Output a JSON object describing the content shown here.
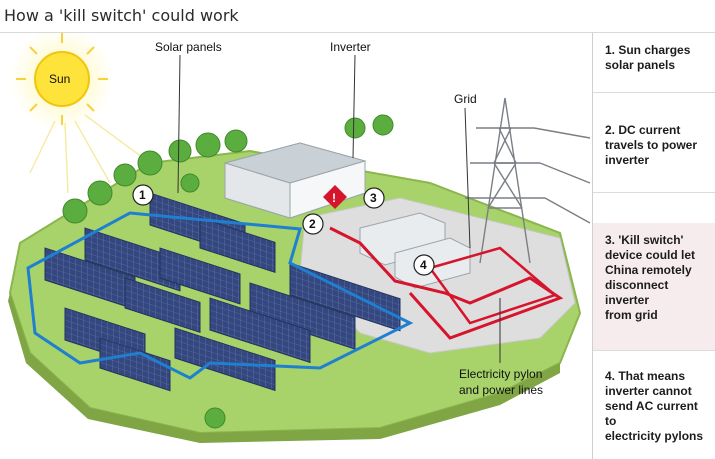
{
  "title": "How a 'kill switch' could work",
  "labels": {
    "sun": "Sun",
    "solar_panels": "Solar panels",
    "inverter": "Inverter",
    "grid": "Grid",
    "pylon_line1": "Electricity pylon",
    "pylon_line2": "and power lines"
  },
  "markers": [
    "1",
    "2",
    "3",
    "4"
  ],
  "alert_symbol": "!",
  "steps": [
    {
      "lines": [
        "1. Sun charges",
        "solar panels"
      ],
      "highlight": false
    },
    {
      "lines": [
        "2. DC current",
        "travels to power",
        "inverter"
      ],
      "highlight": false
    },
    {
      "lines": [
        "3. 'Kill switch'",
        "device could let",
        "China remotely",
        "disconnect inverter",
        "from grid"
      ],
      "highlight": true
    },
    {
      "lines": [
        "4. That means",
        "inverter cannot",
        "send AC current to",
        "electricity pylons"
      ],
      "highlight": false
    }
  ],
  "colors": {
    "dc_line": "#1f7fd1",
    "ac_line": "#d6142c",
    "grass": "#a8d26a",
    "panel": "#3b4f86",
    "alert": "#d6142c"
  }
}
